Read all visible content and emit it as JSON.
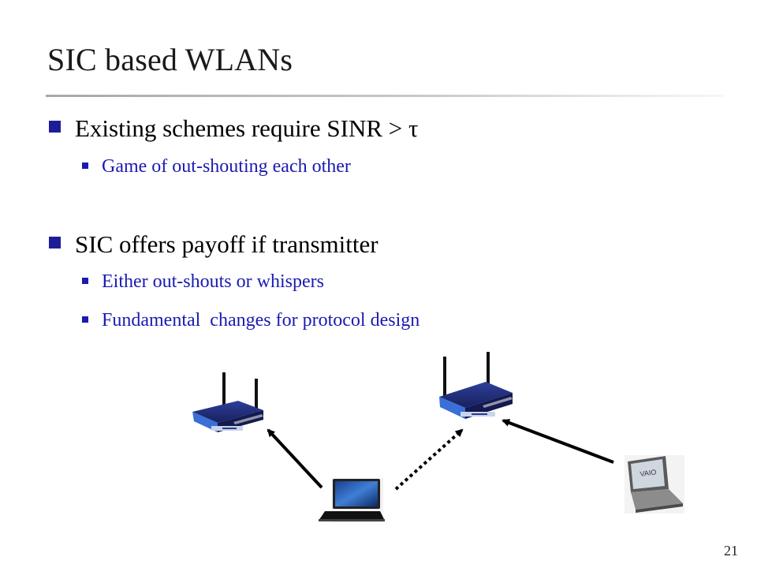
{
  "slide": {
    "title": "SIC based WLANs",
    "page_number": "21"
  },
  "bullets": [
    {
      "text": "Existing schemes require SINR > τ",
      "sub": [
        "Game of out-shouting each other"
      ]
    },
    {
      "text": "SIC offers payoff if transmitter",
      "sub": [
        "Either out-shouts or whispers",
        "Fundamental  changes for protocol design"
      ]
    }
  ],
  "colors": {
    "bullet": "#1d1d9a",
    "subtext": "#1a1ab2",
    "router_body": "#1e2a78",
    "router_accent": "#3a6fd8"
  }
}
